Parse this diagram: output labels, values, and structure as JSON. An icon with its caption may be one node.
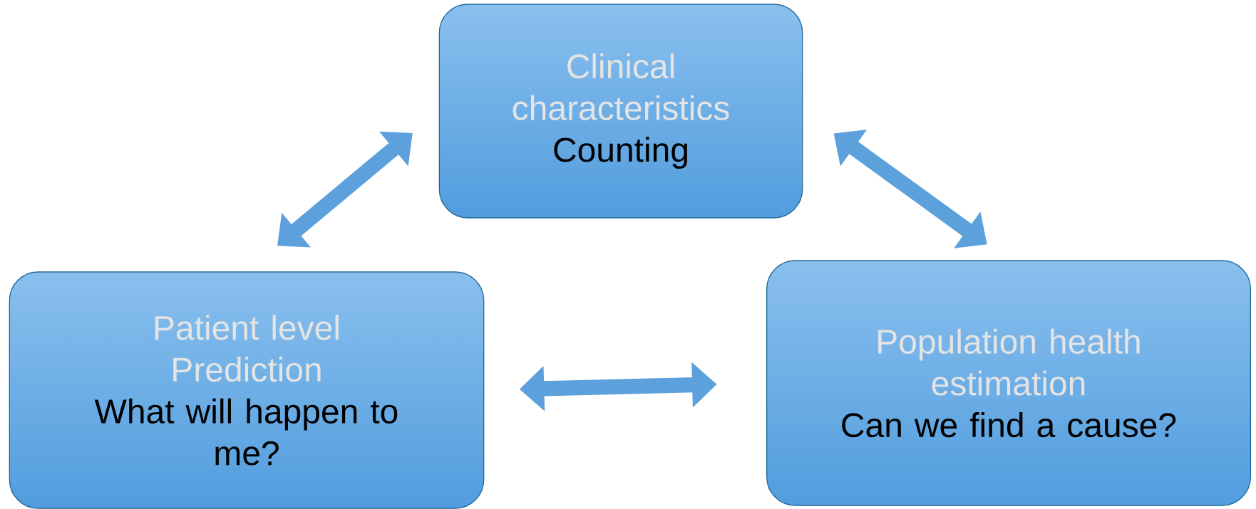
{
  "diagram": {
    "nodes": [
      {
        "text": [
          "Clinical characteristics",
          "Counting"
        ]
      },
      {
        "text": [
          "Patient level Prediction",
          "What will happen to me?"
        ]
      },
      {
        "text": [
          "Population health estimation",
          "Can we find a cause?"
        ]
      }
    ],
    "edges": [
      {
        "from": 1,
        "to": 0,
        "arrow": "both"
      },
      {
        "from": 0,
        "to": 2,
        "arrow": "both"
      },
      {
        "from": 1,
        "to": 2,
        "arrow": "both"
      }
    ]
  }
}
